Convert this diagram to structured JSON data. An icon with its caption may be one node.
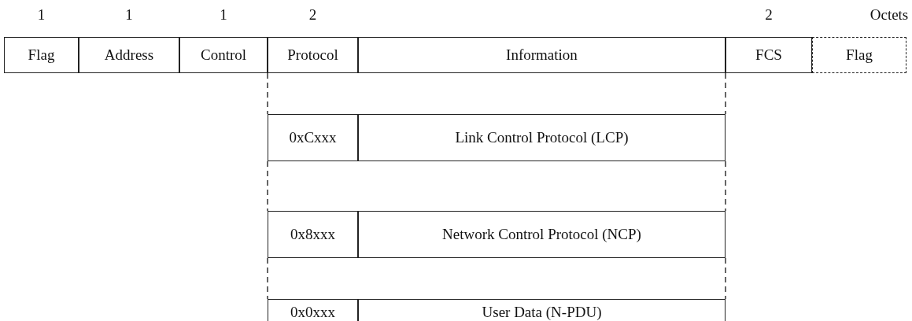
{
  "diagram": {
    "nodes": [
      {
        "text": [
          "Flag"
        ],
        "beside": [
          "1"
        ]
      },
      {
        "text": [
          "Address"
        ],
        "beside": [
          "1"
        ]
      },
      {
        "text": [
          "Control"
        ],
        "beside": [
          "1"
        ]
      },
      {
        "text": [
          "Protocol"
        ],
        "beside": [
          "2"
        ]
      },
      {
        "text": [
          "Information"
        ]
      },
      {
        "text": [
          "FCS"
        ],
        "beside": [
          "2"
        ]
      },
      {
        "text": [
          "Flag"
        ]
      },
      {
        "text": [
          "0xCxxx"
        ]
      },
      {
        "text": [
          "Link Control Protocol (LCP)"
        ]
      },
      {
        "text": [
          "0x8xxx"
        ]
      },
      {
        "text": [
          "Network Control Protocol (NCP)"
        ]
      },
      {
        "text": [
          "0x0xxx"
        ]
      },
      {
        "text": [
          "User Data (N-PDU)"
        ]
      }
    ],
    "labels": [
      "Octets"
    ]
  }
}
